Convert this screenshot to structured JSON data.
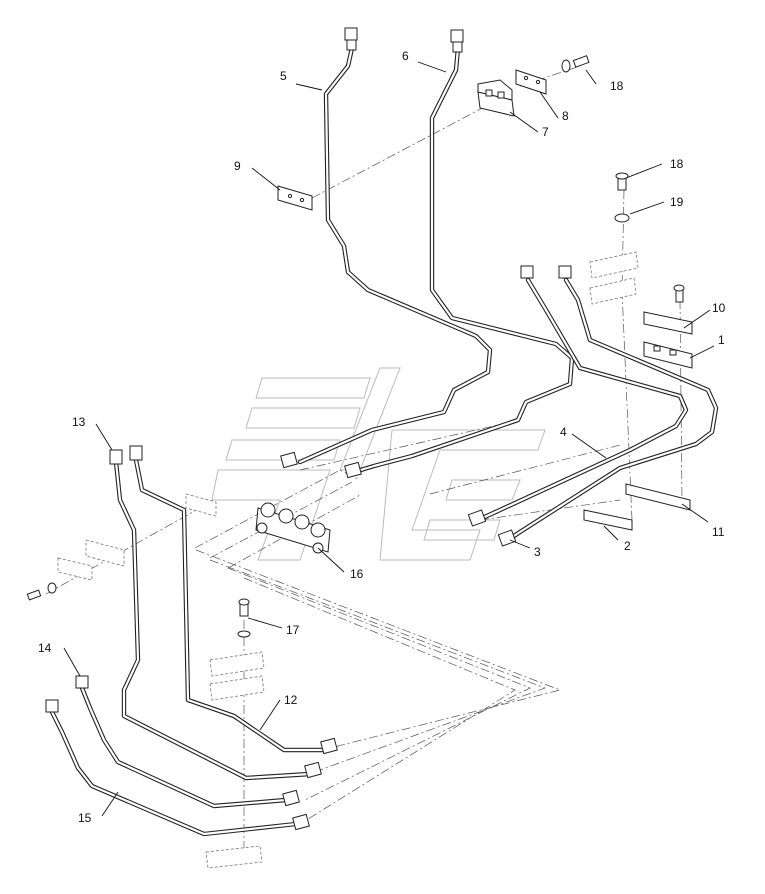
{
  "diagram": {
    "callouts": [
      {
        "id": "c1",
        "text": "1"
      },
      {
        "id": "c2",
        "text": "2"
      },
      {
        "id": "c3",
        "text": "3"
      },
      {
        "id": "c4",
        "text": "4"
      },
      {
        "id": "c5",
        "text": "5"
      },
      {
        "id": "c6",
        "text": "6"
      },
      {
        "id": "c7",
        "text": "7"
      },
      {
        "id": "c8",
        "text": "8"
      },
      {
        "id": "c9",
        "text": "9"
      },
      {
        "id": "c10",
        "text": "10"
      },
      {
        "id": "c11",
        "text": "11"
      },
      {
        "id": "c12",
        "text": "12"
      },
      {
        "id": "c13",
        "text": "13"
      },
      {
        "id": "c14",
        "text": "14"
      },
      {
        "id": "c15",
        "text": "15"
      },
      {
        "id": "c16",
        "text": "16"
      },
      {
        "id": "c17",
        "text": "17"
      },
      {
        "id": "c18a",
        "text": "18"
      },
      {
        "id": "c18b",
        "text": "18"
      },
      {
        "id": "c19",
        "text": "19"
      }
    ]
  }
}
